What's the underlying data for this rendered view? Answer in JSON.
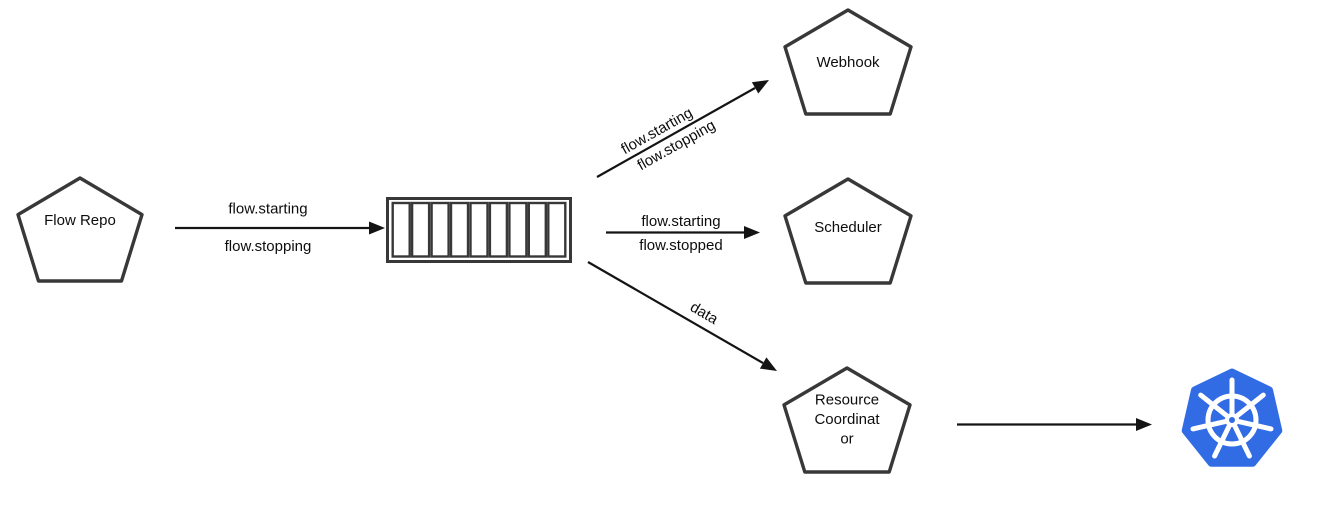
{
  "diagram": {
    "background": "#ffffff",
    "colors": {
      "shape_stroke": "#383838",
      "arrow": "#141414",
      "text": "#0d0d0d",
      "kubernetes_blue": "#326CE5"
    },
    "nodes": {
      "flow_repo": {
        "shape": "pentagon",
        "label": "Flow Repo"
      },
      "queue": {
        "shape": "queue",
        "cells": 9
      },
      "webhook": {
        "shape": "pentagon",
        "label": "Webhook"
      },
      "scheduler": {
        "shape": "pentagon",
        "label": "Scheduler"
      },
      "resource_coordinator": {
        "shape": "pentagon",
        "lines": [
          "Resource",
          "Coordinat",
          "or"
        ]
      },
      "kubernetes": {
        "icon": "kubernetes-logo",
        "color": "#326CE5"
      }
    },
    "edges": {
      "flow_repo_to_queue": {
        "labels": [
          "flow.starting",
          "flow.stopping"
        ]
      },
      "queue_to_webhook": {
        "labels": [
          "flow.starting",
          "flow.stopping"
        ]
      },
      "queue_to_scheduler": {
        "labels": [
          "flow.starting",
          "flow.stopped"
        ]
      },
      "queue_to_resource_coordinator": {
        "labels": [
          "data"
        ]
      },
      "resource_coordinator_to_kubernetes": {
        "labels": []
      }
    }
  }
}
